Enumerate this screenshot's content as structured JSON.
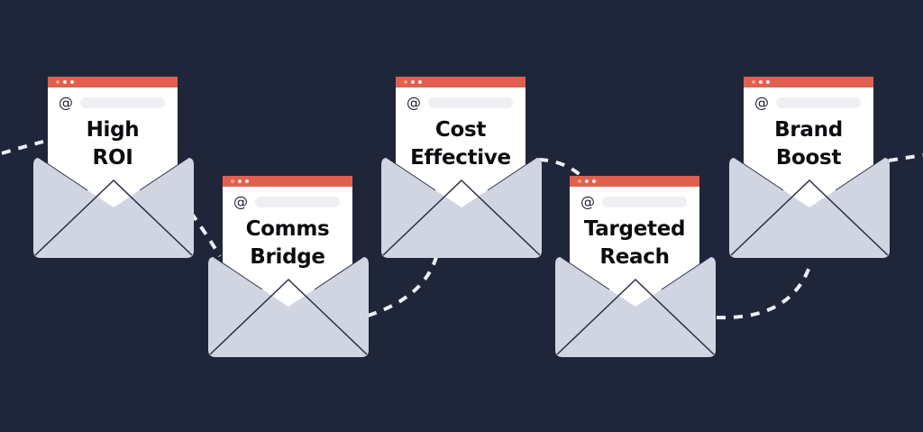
{
  "diagram": {
    "background": "#20263a",
    "colors": {
      "titlebar": "#e0604f",
      "envelope": "#d1d5e2",
      "envelope_line": "#2a2f45",
      "connector": "#eef0f6",
      "text": "#0c0c10"
    },
    "cards": [
      {
        "id": "high-roi",
        "line1": "High",
        "line2": "ROI",
        "at_symbol": "@"
      },
      {
        "id": "comms-bridge",
        "line1": "Comms",
        "line2": "Bridge",
        "at_symbol": "@"
      },
      {
        "id": "cost-effective",
        "line1": "Cost",
        "line2": "Effective",
        "at_symbol": "@"
      },
      {
        "id": "targeted-reach",
        "line1": "Targeted",
        "line2": "Reach",
        "at_symbol": "@"
      },
      {
        "id": "brand-boost",
        "line1": "Brand",
        "line2": "Boost",
        "at_symbol": "@"
      }
    ],
    "connector_style": "dashed"
  }
}
